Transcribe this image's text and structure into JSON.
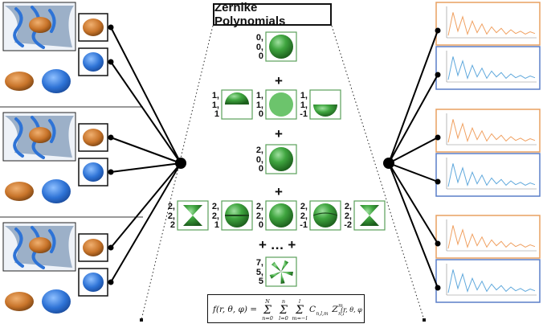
{
  "title": "Zernike Polynomials",
  "rows": [
    {
      "labels": [
        "0,\n0,\n0"
      ]
    },
    {
      "labels": [
        "1,\n1,\n1",
        "1,\n1,\n0",
        "1,\n1,\n-1"
      ]
    },
    {
      "labels": [
        "2,\n0,\n0"
      ]
    },
    {
      "labels": [
        "2,\n2,\n2",
        "2,\n2,\n1",
        "2,\n2,\n0",
        "2,\n2,\n-1",
        "2,\n2,\n-2"
      ]
    },
    {
      "labels": [
        "7,\n5,\n5"
      ]
    }
  ],
  "plus_sign": "+",
  "ellipsis_row": "+ … +",
  "formula": "f(r, θ, φ) = Σ Σ Σ C Z (r, θ, φ)",
  "formula_limits": {
    "n_top": "N",
    "n_bot": "n=0",
    "l_top": "n",
    "l_bot": "l=0",
    "m_top": "l",
    "m_bot": "m=−l"
  },
  "colors": {
    "sphere_green": "#3a9a3a",
    "box_border": "#5aa05a",
    "protein_blue": "#2e73d6",
    "ligand_orange": "#c8742a",
    "plot_orange": "#f0a060",
    "plot_blue": "#5fa8dc",
    "frame_orange": "#e8a060",
    "frame_blue": "#5a7fc8"
  }
}
